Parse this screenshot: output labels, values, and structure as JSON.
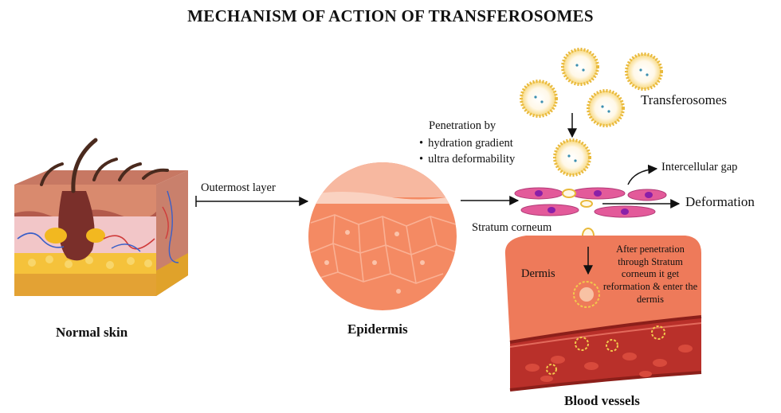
{
  "title": "MECHANISM OF ACTION OF TRANSFEROSOMES",
  "labels": {
    "normal_skin": "Normal skin",
    "outermost_layer": "Outermost layer",
    "epidermis": "Epidermis",
    "penetration_by": "Penetration by",
    "penetration_items": [
      "hydration gradient",
      "ultra deformability"
    ],
    "transferosomes": "Transferosomes",
    "intercellular_gap": "Intercellular gap",
    "deformation": "Deformation",
    "stratum_corneum": "Stratum corneum",
    "dermis": "Dermis",
    "after_penetration": "After penetration through Stratum corneum it get reformation & enter the dermis",
    "blood_vessels": "Blood vessels"
  },
  "colors": {
    "skin_top": "#d98a6e",
    "skin_pink": "#f2c6c8",
    "fat_yellow": "#f5c23b",
    "hair": "#4a2a1e",
    "epidermis": "#f48a63",
    "cell_pink": "#e35a9a",
    "cell_nucleus": "#8a1fa8",
    "dermis": "#ee7a5a",
    "vessel": "#b9302a",
    "vesicle_ring": "#f2c94c"
  }
}
